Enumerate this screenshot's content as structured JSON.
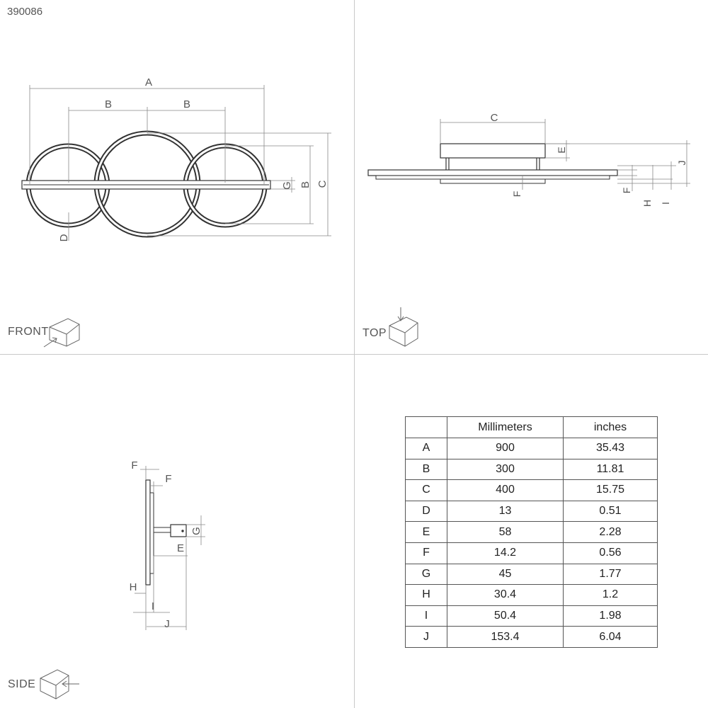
{
  "product_code": "390086",
  "views": {
    "front": "FRONT",
    "top": "TOP",
    "side": "SIDE"
  },
  "front_labels": {
    "a": "A",
    "b1": "B",
    "b2": "B",
    "b3": "B",
    "c": "C",
    "d": "D",
    "g": "G"
  },
  "top_labels": {
    "c": "C",
    "e": "E",
    "j": "J",
    "f1": "F",
    "f2": "F",
    "h": "H",
    "i": "I"
  },
  "side_labels": {
    "f1": "F",
    "f2": "F",
    "g": "G",
    "e": "E",
    "h": "H",
    "i": "I",
    "j": "J"
  },
  "table": {
    "headers": [
      "",
      "Millimeters",
      "inches"
    ],
    "rows": [
      {
        "key": "A",
        "mm": "900",
        "in": "35.43"
      },
      {
        "key": "B",
        "mm": "300",
        "in": "11.81"
      },
      {
        "key": "C",
        "mm": "400",
        "in": "15.75"
      },
      {
        "key": "D",
        "mm": "13",
        "in": "0.51"
      },
      {
        "key": "E",
        "mm": "58",
        "in": "2.28"
      },
      {
        "key": "F",
        "mm": "14.2",
        "in": "0.56"
      },
      {
        "key": "G",
        "mm": "45",
        "in": "1.77"
      },
      {
        "key": "H",
        "mm": "30.4",
        "in": "1.2"
      },
      {
        "key": "I",
        "mm": "50.4",
        "in": "1.98"
      },
      {
        "key": "J",
        "mm": "153.4",
        "in": "6.04"
      }
    ]
  }
}
